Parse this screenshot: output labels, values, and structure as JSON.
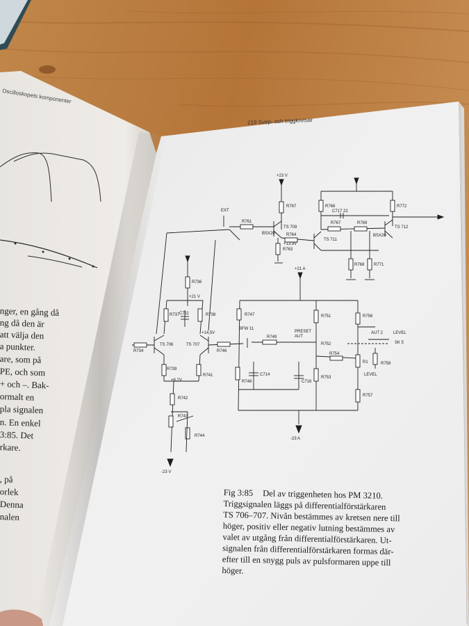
{
  "page": {
    "right_header": "219 Svep- och triggkretsar",
    "left_header": "Oscilloskopets komponenter"
  },
  "left_page": {
    "lines": [
      "nger, en gång då",
      "ng då den är",
      "att välja den",
      "a punkter.",
      "are, som på",
      "PE, och som",
      "+ och –. Bak-",
      "ormalt en",
      "pla signalen",
      "n. En enkel",
      "3:85. Det",
      "rkare.",
      ", på",
      "orlek",
      "Denna",
      "nalen"
    ]
  },
  "caption": {
    "fig_label": "Fig 3:85",
    "fig_title": "Del av triggenheten hos PM 3210.",
    "lines": [
      "Triggsignalen läggs på differentialförstärkaren",
      "TS 706–707. Nivån bestämmes av kretsen nere till",
      "höger, positiv eller negativ lutning bestämmes av",
      "valet av utgång från differentialförstärkaren. Ut-",
      "signalen från differentialförstärkaren formas där-",
      "efter till en snygg puls av pulsformaren uppe till",
      "höger."
    ]
  },
  "schematic_labels": {
    "r767": "R767",
    "r766": "R766",
    "r772": "R772",
    "c717": "C717 22",
    "r761": "R761",
    "ts709": "TS 709",
    "ts711": "TS 711",
    "ts712": "TS 712",
    "r763": "R763",
    "r764": "R764",
    "r767b": "R767",
    "r769": "R769",
    "r768": "R768",
    "r771": "R771",
    "ext": "EXT",
    "r736": "R736",
    "r737": "R737",
    "r738": "R738",
    "c711": "C711",
    "ts706": "TS 706",
    "ts707": "TS 707",
    "r734": "R734",
    "r746": "R746",
    "r739": "R739",
    "r741": "R741",
    "r742": "R742",
    "r743": "R743",
    "r744": "R744",
    "r747": "R747",
    "r749": "R749",
    "r751": "R751",
    "r752": "R752",
    "r754": "R754",
    "r756": "R756",
    "r758": "R758",
    "r748": "R748",
    "r753": "R753",
    "r757": "R757",
    "c714": "C714",
    "c716": "C716",
    "preset": "PRESET",
    "aut": "AUT",
    "aut2": "AUT 2",
    "level": "LEVEL",
    "sk5": "SK 5",
    "bfw11": "BFW 11",
    "p21a": "+21 A",
    "m23a": "-23 A",
    "m23v": "-23 V",
    "p23v": "+23 V",
    "p21v": "+21 V",
    "p13v": "+13,9V",
    "bsx20a": "BSX20",
    "bsx20b": "BSX20",
    "p62v": "+6,2V",
    "p145v": "+14,5V",
    "r1": "R1"
  }
}
